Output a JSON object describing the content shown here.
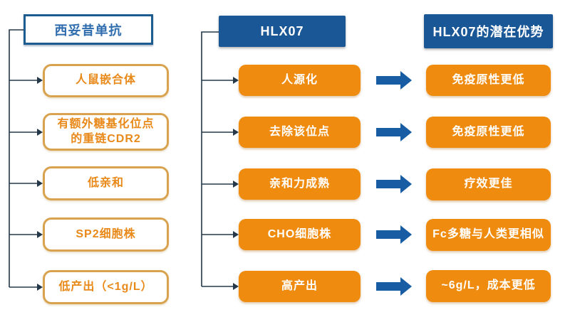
{
  "diagram": {
    "title": "Cetuximab vs HLX07 comparison diagram",
    "columns": [
      {
        "id": "cetuximab",
        "header": "西妥昔单抗",
        "box_style": "outline",
        "rows": [
          "人鼠嵌合体",
          "有额外糖基化位点的重链CDR2",
          "低亲和",
          "SP2细胞株",
          "低产出（<1g/L）"
        ]
      },
      {
        "id": "hlx07",
        "header": "HLX07",
        "box_style": "solid",
        "rows": [
          "人源化",
          "去除该位点",
          "亲和力成熟",
          "CHO细胞株",
          "高产出"
        ]
      },
      {
        "id": "hlx07-advantages",
        "header": "HLX07的潜在优势",
        "box_style": "solid",
        "rows": [
          "免疫原性更低",
          "免疫原性更低",
          "疗效更佳",
          "Fc多糖与人类更相似",
          "~6g/L，成本更低"
        ]
      }
    ]
  },
  "colors": {
    "header_blue": "#1A5796",
    "arrow_blue": "#185CA3",
    "box_orange": "#EF8C10",
    "outline_gold": "#D8A24E",
    "outline_text_orange": "#E8891A",
    "header_text_blue": "#2E6CAE",
    "connector_line": "#24384A",
    "background": "#FFFFFF"
  }
}
